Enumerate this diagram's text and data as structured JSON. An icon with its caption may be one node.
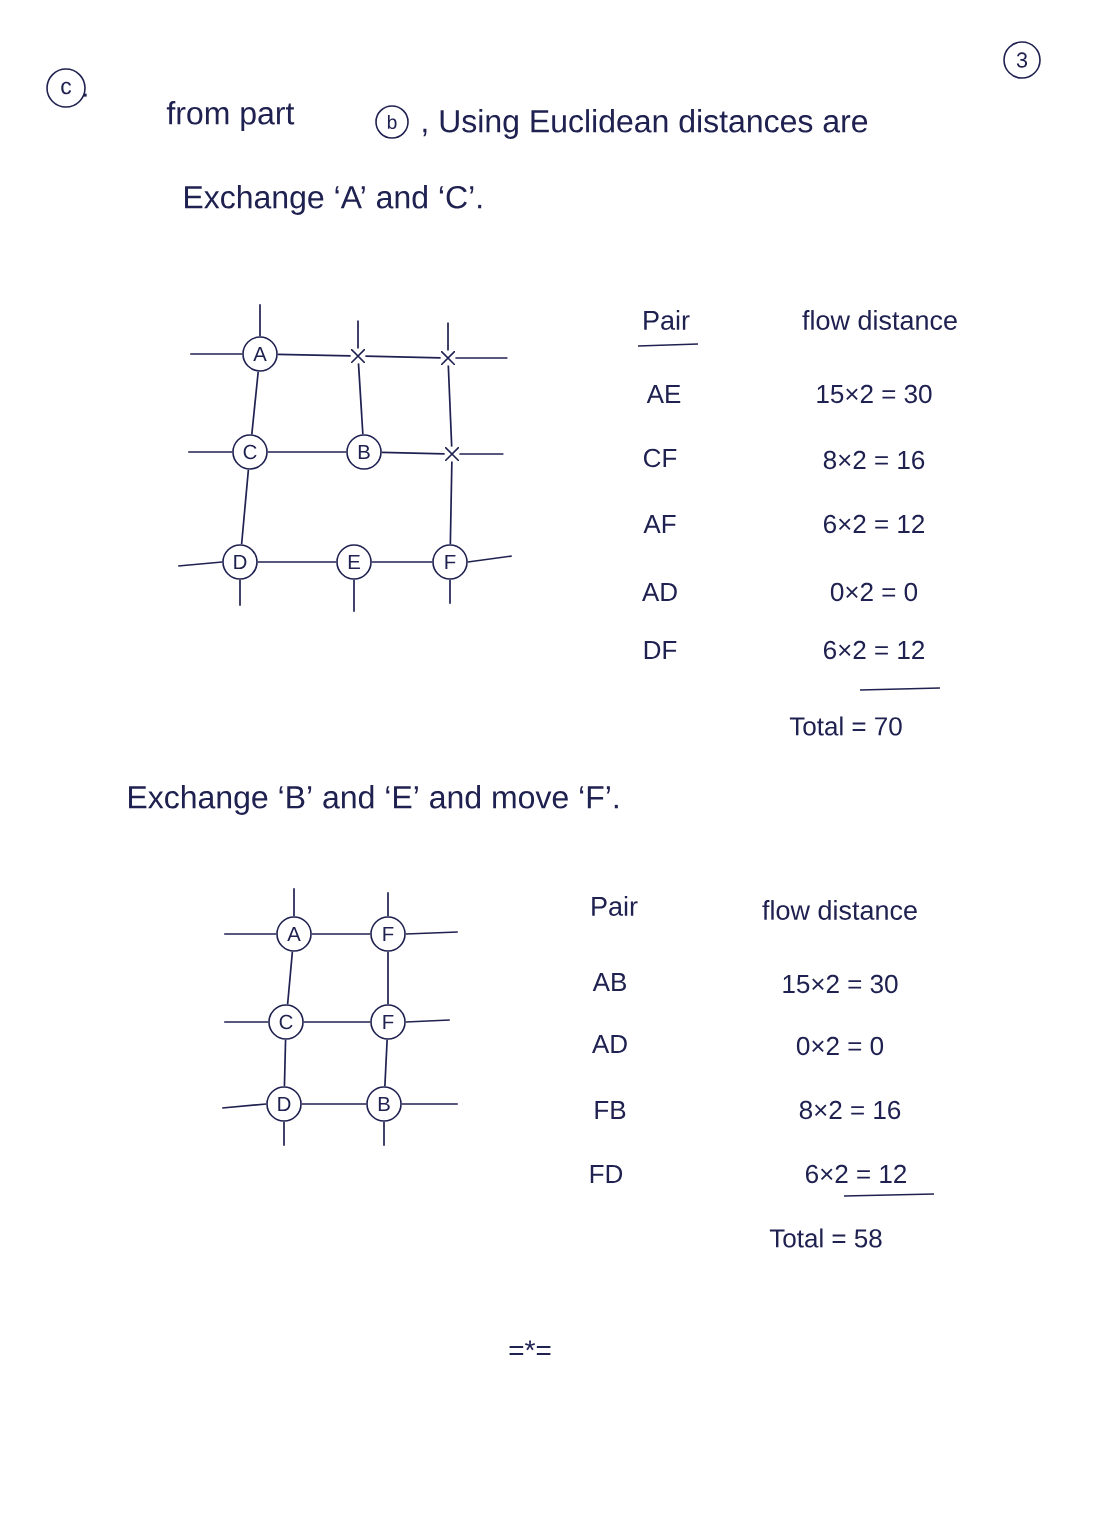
{
  "diagram": {
    "nodes": [
      {
        "text": [
          "c"
        ],
        "beside": [
          "."
        ]
      },
      {
        "text": [
          "3"
        ]
      },
      {
        "text": [
          "b"
        ]
      },
      {
        "text": [
          "A"
        ]
      },
      {
        "text": [],
        "shape": "cross"
      },
      {
        "text": [],
        "shape": "cross"
      },
      {
        "text": [
          "C"
        ]
      },
      {
        "text": [
          "B"
        ]
      },
      {
        "text": [],
        "shape": "cross"
      },
      {
        "text": [
          "D"
        ]
      },
      {
        "text": [
          "E"
        ]
      },
      {
        "text": [
          "F"
        ]
      },
      {
        "text": [
          "A"
        ]
      },
      {
        "text": [
          "F"
        ]
      },
      {
        "text": [
          "C"
        ]
      },
      {
        "text": [
          "F"
        ]
      },
      {
        "text": [
          "D"
        ]
      },
      {
        "text": [
          "B"
        ]
      }
    ],
    "edges": [
      {
        "from": 3,
        "to": 4,
        "arrow": "none"
      },
      {
        "from": 4,
        "to": 5,
        "arrow": "none"
      },
      {
        "from": 3,
        "to": 6,
        "arrow": "none"
      },
      {
        "from": 4,
        "to": 7,
        "arrow": "none"
      },
      {
        "from": 5,
        "to": 8,
        "arrow": "none"
      },
      {
        "from": 6,
        "to": 7,
        "arrow": "none"
      },
      {
        "from": 7,
        "to": 8,
        "arrow": "none"
      },
      {
        "from": 6,
        "to": 9,
        "arrow": "none"
      },
      {
        "from": 8,
        "to": 11,
        "arrow": "none"
      },
      {
        "from": 9,
        "to": 10,
        "arrow": "none"
      },
      {
        "from": 10,
        "to": 11,
        "arrow": "none"
      },
      {
        "from": 3,
        "to": null,
        "arrow": "none"
      },
      {
        "from": 3,
        "to": null,
        "arrow": "none"
      },
      {
        "from": 4,
        "to": null,
        "arrow": "none"
      },
      {
        "from": 5,
        "to": null,
        "arrow": "none"
      },
      {
        "from": 5,
        "to": null,
        "arrow": "none"
      },
      {
        "from": 6,
        "to": null,
        "arrow": "none"
      },
      {
        "from": 8,
        "to": null,
        "arrow": "none"
      },
      {
        "from": 9,
        "to": null,
        "arrow": "none"
      },
      {
        "from": 11,
        "to": null,
        "arrow": "none"
      },
      {
        "from": 9,
        "to": null,
        "arrow": "none"
      },
      {
        "from": 10,
        "to": null,
        "arrow": "none"
      },
      {
        "from": 11,
        "to": null,
        "arrow": "none"
      },
      {
        "from": 12,
        "to": 13,
        "arrow": "none"
      },
      {
        "from": 12,
        "to": 14,
        "arrow": "none"
      },
      {
        "from": 13,
        "to": 15,
        "arrow": "none"
      },
      {
        "from": 14,
        "to": 15,
        "arrow": "none"
      },
      {
        "from": 14,
        "to": 16,
        "arrow": "none"
      },
      {
        "from": 15,
        "to": 17,
        "arrow": "none"
      },
      {
        "from": 16,
        "to": 17,
        "arrow": "none"
      },
      {
        "from": 12,
        "to": null,
        "arrow": "none"
      },
      {
        "from": 13,
        "to": null,
        "arrow": "none"
      },
      {
        "from": 12,
        "to": null,
        "arrow": "none"
      },
      {
        "from": 13,
        "to": null,
        "arrow": "none"
      },
      {
        "from": 14,
        "to": null,
        "arrow": "none"
      },
      {
        "from": 15,
        "to": null,
        "arrow": "none"
      },
      {
        "from": 16,
        "to": null,
        "arrow": "none"
      },
      {
        "from": 17,
        "to": null,
        "arrow": "none"
      },
      {
        "from": 16,
        "to": null,
        "arrow": "none"
      },
      {
        "from": 17,
        "to": null,
        "arrow": "none"
      }
    ],
    "labels": [
      "from part",
      ", Using Euclidean distances are",
      "Exchange ‘A’ and ‘C’.",
      "Pair",
      "flow distance",
      "AE",
      "15×2 = 30",
      "CF",
      "8×2 = 16",
      "AF",
      "6×2 = 12",
      "AD",
      "0×2 = 0",
      "DF",
      "6×2 = 12",
      "Total = 70",
      "Exchange ‘B’ and ‘E’ and move ‘F’.",
      "Pair",
      "flow distance",
      "AB",
      "15×2 = 30",
      "AD",
      "0×2 = 0",
      "FB",
      "8×2 = 16",
      "FD",
      "6×2 = 12",
      "Total = 58",
      "=*="
    ]
  }
}
